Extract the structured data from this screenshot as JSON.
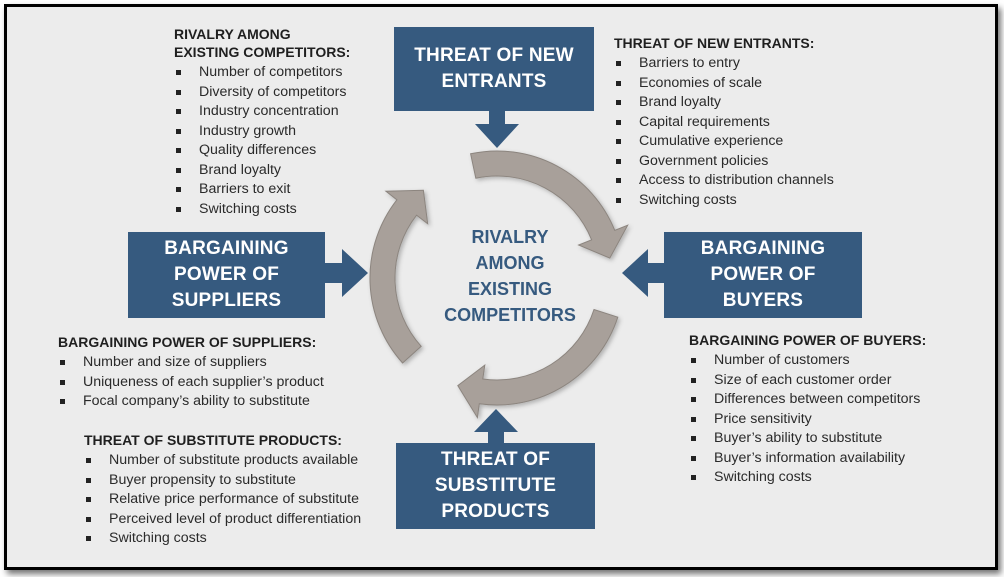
{
  "boxes": {
    "new_entrants": [
      "THREAT OF NEW",
      "ENTRANTS"
    ],
    "suppliers": [
      "BARGAINING",
      "POWER OF",
      "SUPPLIERS"
    ],
    "buyers": [
      "BARGAINING",
      "POWER OF",
      "BUYERS"
    ],
    "substitutes": [
      "THREAT OF",
      "SUBSTITUTE",
      "PRODUCTS"
    ]
  },
  "center": [
    "RIVALRY",
    "AMONG",
    "EXISTING",
    "COMPETITORS"
  ],
  "lists": {
    "rivalry": {
      "heading": [
        "RIVALRY AMONG",
        "EXISTING COMPETITORS:"
      ],
      "items": [
        "Number of competitors",
        "Diversity of competitors",
        "Industry concentration",
        "Industry growth",
        "Quality differences",
        "Brand loyalty",
        "Barriers to exit",
        "Switching costs"
      ]
    },
    "new_entrants": {
      "heading": [
        "THREAT OF NEW ENTRANTS:"
      ],
      "items": [
        "Barriers to entry",
        "Economies of scale",
        "Brand loyalty",
        "Capital requirements",
        "Cumulative experience",
        "Government policies",
        "Access to distribution channels",
        "Switching costs"
      ]
    },
    "suppliers": {
      "heading": [
        "BARGAINING POWER OF SUPPLIERS:"
      ],
      "items": [
        "Number  and size of suppliers",
        "Uniqueness of each supplier’s product",
        "Focal company’s ability to substitute"
      ]
    },
    "buyers": {
      "heading": [
        "BARGAINING POWER OF BUYERS:"
      ],
      "items": [
        "Number of customers",
        "Size of each customer order",
        "Differences between competitors",
        "Price sensitivity",
        "Buyer’s ability to substitute",
        "Buyer’s information availability",
        "Switching costs"
      ]
    },
    "substitutes": {
      "heading": [
        "THREAT OF SUBSTITUTE PRODUCTS:"
      ],
      "items": [
        "Number of substitute products available",
        "Buyer propensity to substitute",
        "Relative price performance of substitute",
        "Perceived level of product differentiation",
        "Switching costs"
      ]
    }
  },
  "colors": {
    "box_fill": "#365a7f",
    "ring_fill": "#a8a09a",
    "background": "#ececec",
    "center_text": "#365a7f"
  }
}
